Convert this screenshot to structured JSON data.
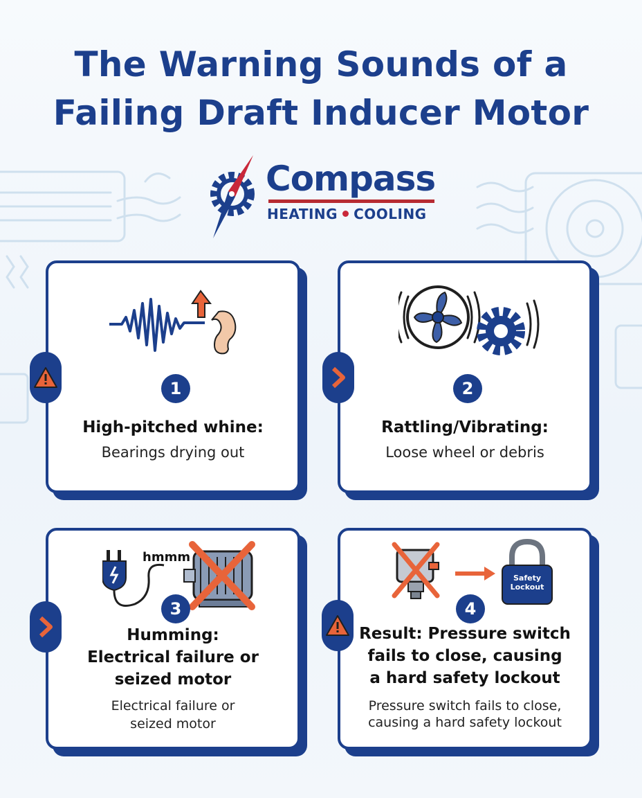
{
  "title_line1": "The Warning Sounds of a",
  "title_line2": "Failing Draft Inducer Motor",
  "logo": {
    "name": "Compass",
    "sub_left": "HEATING",
    "sub_right": "COOLING"
  },
  "colors": {
    "navy": "#1c3f8c",
    "red": "#b72b32",
    "orange": "#e8643a"
  },
  "cards": [
    {
      "number": "1",
      "heading": "High-pitched whine:",
      "desc": "Bearings drying out",
      "tab_icon": "warning-icon"
    },
    {
      "number": "2",
      "heading": "Rattling/Vibrating:",
      "desc": "Loose wheel or debris",
      "tab_icon": "chevron-right-icon"
    },
    {
      "number": "3",
      "heading_line1": "Humming:",
      "heading_line2": "Electrical failure or",
      "heading_line3": "seized motor",
      "desc_line1": "Electrical failure or",
      "desc_line2": "seized motor",
      "sound_text": "hmmm",
      "tab_icon": "chevron-right-icon"
    },
    {
      "number": "4",
      "heading_line1": "Result: Pressure switch",
      "heading_line2": "fails to close, causing",
      "heading_line3": "a hard safety lockout",
      "desc_line1": "Pressure switch fails to close,",
      "desc_line2": "causing a hard safety lockout",
      "lock_line1": "Safety",
      "lock_line2": "Lockout",
      "tab_icon": "warning-icon"
    }
  ]
}
